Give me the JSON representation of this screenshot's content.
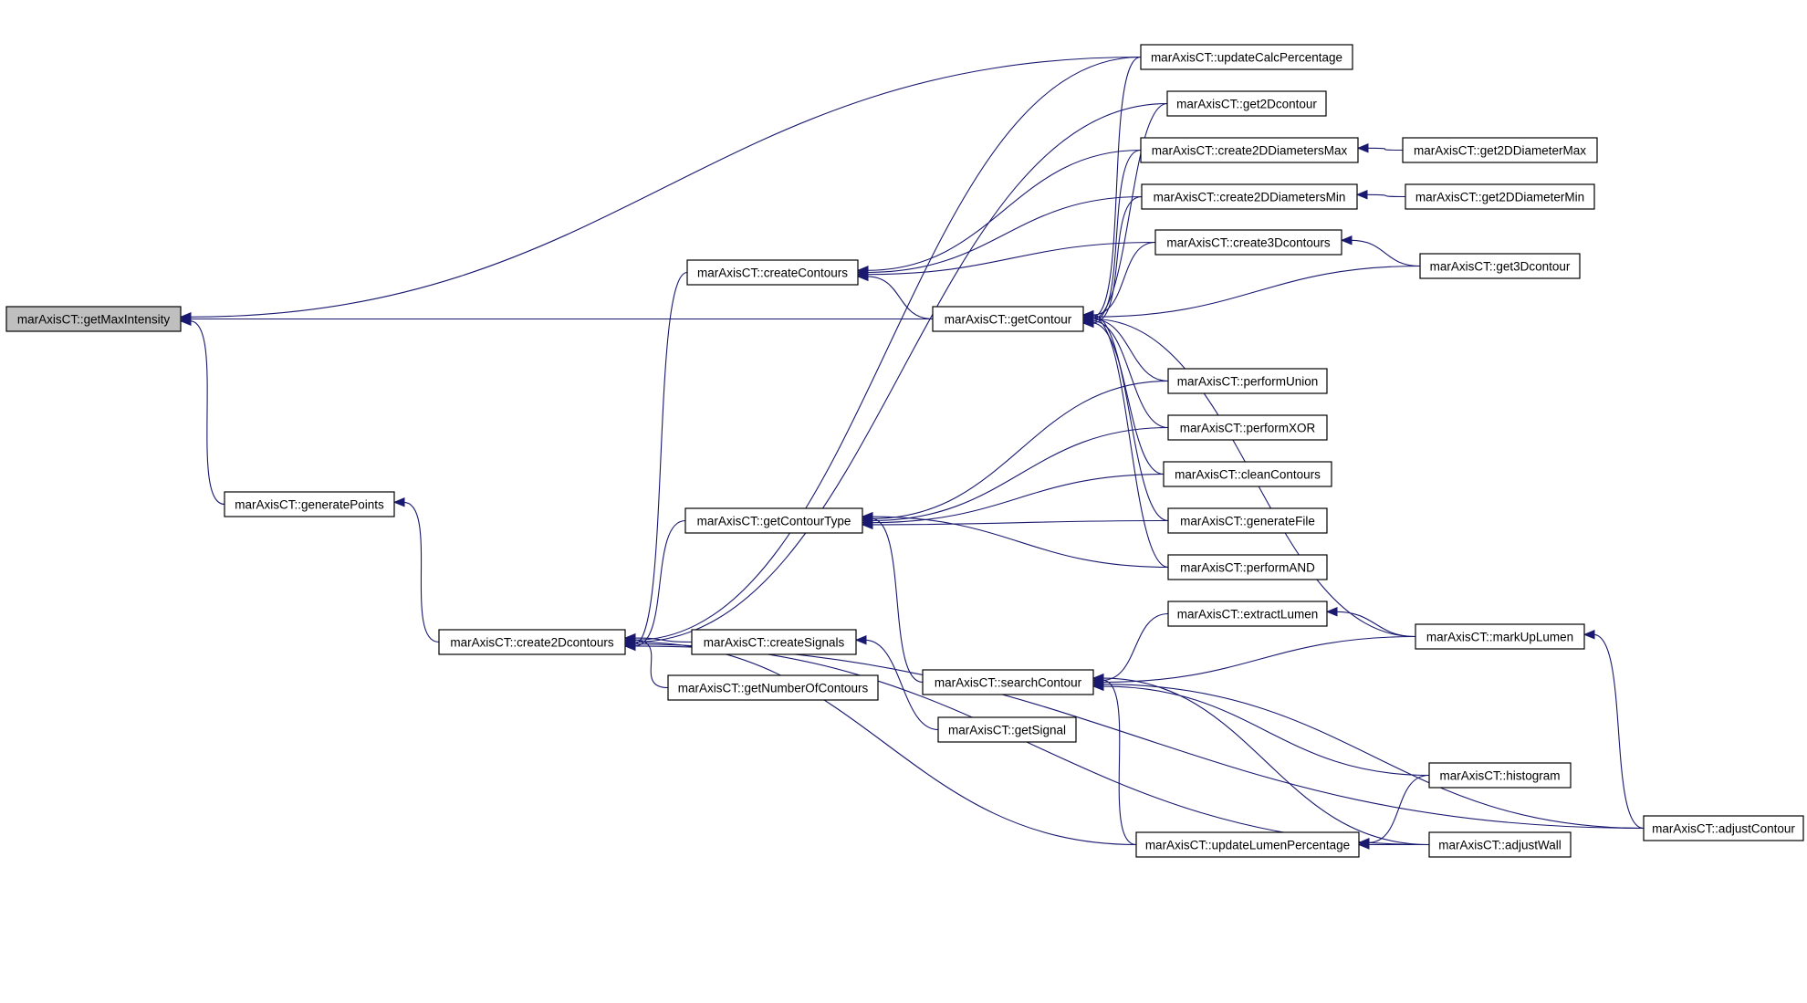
{
  "graph": {
    "root": "getMaxIntensity",
    "colors": {
      "edge": "#191970",
      "root_fill": "#bfbfbf",
      "node_fill": "#ffffff",
      "node_border": "#000000"
    },
    "nodes": [
      {
        "id": "getMaxIntensity",
        "label": "marAxisCT::getMaxIntensity"
      },
      {
        "id": "generatePoints",
        "label": "marAxisCT::generatePoints"
      },
      {
        "id": "create2Dcontours",
        "label": "marAxisCT::create2Dcontours"
      },
      {
        "id": "createContours",
        "label": "marAxisCT::createContours"
      },
      {
        "id": "getContourType",
        "label": "marAxisCT::getContourType"
      },
      {
        "id": "createSignals",
        "label": "marAxisCT::createSignals"
      },
      {
        "id": "getNumberOfContours",
        "label": "marAxisCT::getNumberOfContours"
      },
      {
        "id": "getContour",
        "label": "marAxisCT::getContour"
      },
      {
        "id": "searchContour",
        "label": "marAxisCT::searchContour"
      },
      {
        "id": "getSignal",
        "label": "marAxisCT::getSignal"
      },
      {
        "id": "updateCalcPercentage",
        "label": "marAxisCT::updateCalcPercentage"
      },
      {
        "id": "get2Dcontour",
        "label": "marAxisCT::get2Dcontour"
      },
      {
        "id": "create2DDiametersMax",
        "label": "marAxisCT::create2DDiametersMax"
      },
      {
        "id": "create2DDiametersMin",
        "label": "marAxisCT::create2DDiametersMin"
      },
      {
        "id": "create3Dcontours",
        "label": "marAxisCT::create3Dcontours"
      },
      {
        "id": "performUnion",
        "label": "marAxisCT::performUnion"
      },
      {
        "id": "performXOR",
        "label": "marAxisCT::performXOR"
      },
      {
        "id": "cleanContours",
        "label": "marAxisCT::cleanContours"
      },
      {
        "id": "generateFile",
        "label": "marAxisCT::generateFile"
      },
      {
        "id": "performAND",
        "label": "marAxisCT::performAND"
      },
      {
        "id": "extractLumen",
        "label": "marAxisCT::extractLumen"
      },
      {
        "id": "updateLumenPercentage",
        "label": "marAxisCT::updateLumenPercentage"
      },
      {
        "id": "get2DDiameterMax",
        "label": "marAxisCT::get2DDiameterMax"
      },
      {
        "id": "get2DDiameterMin",
        "label": "marAxisCT::get2DDiameterMin"
      },
      {
        "id": "get3Dcontour",
        "label": "marAxisCT::get3Dcontour"
      },
      {
        "id": "markUpLumen",
        "label": "marAxisCT::markUpLumen"
      },
      {
        "id": "histogram",
        "label": "marAxisCT::histogram"
      },
      {
        "id": "adjustWall",
        "label": "marAxisCT::adjustWall"
      },
      {
        "id": "adjustContour",
        "label": "marAxisCT::adjustContour"
      }
    ],
    "edges": [
      {
        "from": "updateCalcPercentage",
        "to": "getMaxIntensity"
      },
      {
        "from": "getContour",
        "to": "getMaxIntensity"
      },
      {
        "from": "generatePoints",
        "to": "getMaxIntensity"
      },
      {
        "from": "create2Dcontours",
        "to": "generatePoints"
      },
      {
        "from": "updateCalcPercentage",
        "to": "create2Dcontours"
      },
      {
        "from": "get2Dcontour",
        "to": "create2Dcontours"
      },
      {
        "from": "createContours",
        "to": "create2Dcontours"
      },
      {
        "from": "getContourType",
        "to": "create2Dcontours"
      },
      {
        "from": "createSignals",
        "to": "create2Dcontours"
      },
      {
        "from": "getNumberOfContours",
        "to": "create2Dcontours"
      },
      {
        "from": "updateLumenPercentage",
        "to": "create2Dcontours"
      },
      {
        "from": "adjustWall",
        "to": "create2Dcontours"
      },
      {
        "from": "adjustContour",
        "to": "create2Dcontours"
      },
      {
        "from": "create2DDiametersMax",
        "to": "createContours"
      },
      {
        "from": "create2DDiametersMin",
        "to": "createContours"
      },
      {
        "from": "create3Dcontours",
        "to": "createContours"
      },
      {
        "from": "getContour",
        "to": "createContours"
      },
      {
        "from": "updateCalcPercentage",
        "to": "getContour"
      },
      {
        "from": "get2Dcontour",
        "to": "getContour"
      },
      {
        "from": "create2DDiametersMax",
        "to": "getContour"
      },
      {
        "from": "create2DDiametersMin",
        "to": "getContour"
      },
      {
        "from": "create3Dcontours",
        "to": "getContour"
      },
      {
        "from": "get3Dcontour",
        "to": "getContour"
      },
      {
        "from": "performUnion",
        "to": "getContour"
      },
      {
        "from": "performXOR",
        "to": "getContour"
      },
      {
        "from": "cleanContours",
        "to": "getContour"
      },
      {
        "from": "generateFile",
        "to": "getContour"
      },
      {
        "from": "performAND",
        "to": "getContour"
      },
      {
        "from": "markUpLumen",
        "to": "getContour"
      },
      {
        "from": "performUnion",
        "to": "getContourType"
      },
      {
        "from": "performXOR",
        "to": "getContourType"
      },
      {
        "from": "cleanContours",
        "to": "getContourType"
      },
      {
        "from": "generateFile",
        "to": "getContourType"
      },
      {
        "from": "performAND",
        "to": "getContourType"
      },
      {
        "from": "searchContour",
        "to": "getContourType"
      },
      {
        "from": "getSignal",
        "to": "createSignals"
      },
      {
        "from": "get2DDiameterMax",
        "to": "create2DDiametersMax"
      },
      {
        "from": "get2DDiameterMin",
        "to": "create2DDiametersMin"
      },
      {
        "from": "get3Dcontour",
        "to": "create3Dcontours"
      },
      {
        "from": "extractLumen",
        "to": "searchContour"
      },
      {
        "from": "markUpLumen",
        "to": "searchContour"
      },
      {
        "from": "adjustContour",
        "to": "searchContour"
      },
      {
        "from": "histogram",
        "to": "searchContour"
      },
      {
        "from": "adjustWall",
        "to": "searchContour"
      },
      {
        "from": "updateLumenPercentage",
        "to": "searchContour"
      },
      {
        "from": "markUpLumen",
        "to": "extractLumen"
      },
      {
        "from": "adjustContour",
        "to": "markUpLumen"
      },
      {
        "from": "histogram",
        "to": "updateLumenPercentage"
      },
      {
        "from": "adjustWall",
        "to": "updateLumenPercentage"
      }
    ]
  }
}
